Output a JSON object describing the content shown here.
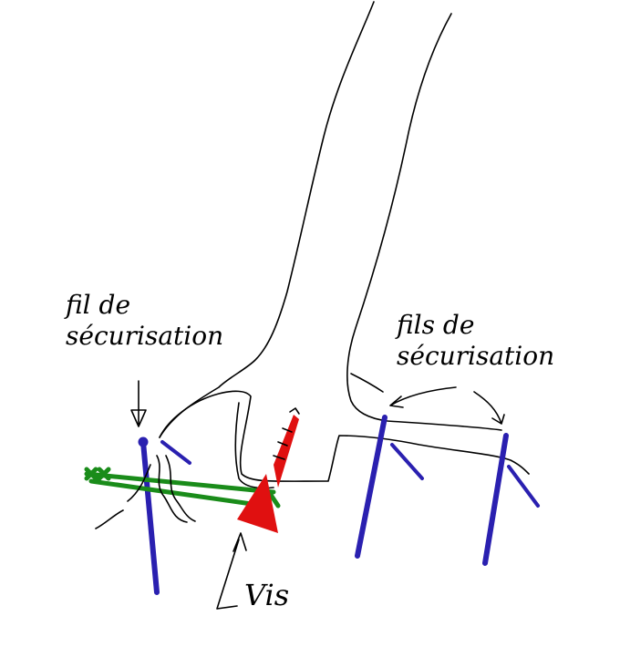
{
  "labels": {
    "left_wire": "fil de sécurisation",
    "right_wires": "fils de sécurisation",
    "screw": "Vis"
  },
  "colors": {
    "wire": "#2a20b0",
    "screw": "#e01010",
    "guide": "#1a8c1a",
    "outline": "#000000"
  }
}
